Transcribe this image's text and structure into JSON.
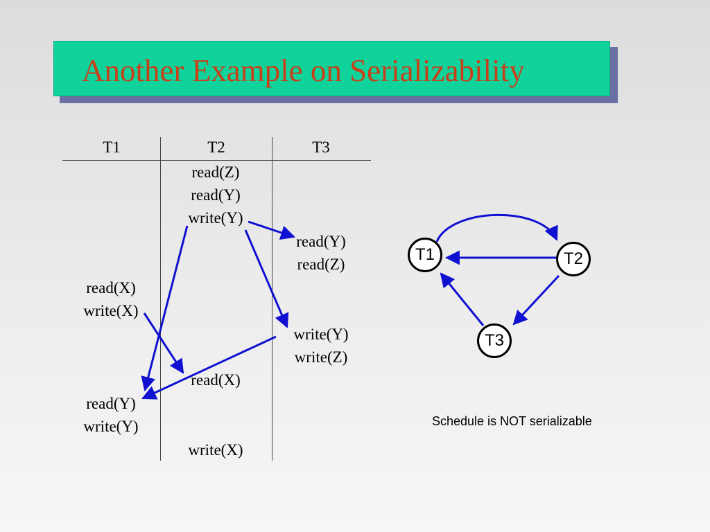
{
  "slide": {
    "title": "Another Example on Serializability"
  },
  "schedule": {
    "columns": [
      "T1",
      "T2",
      "T3"
    ],
    "rows": [
      {
        "t1": "",
        "t2": "read(Z)",
        "t3": ""
      },
      {
        "t1": "",
        "t2": "read(Y)",
        "t3": ""
      },
      {
        "t1": "",
        "t2": "write(Y)",
        "t3": ""
      },
      {
        "t1": "",
        "t2": "",
        "t3": "read(Y)"
      },
      {
        "t1": "",
        "t2": "",
        "t3": "read(Z)"
      },
      {
        "t1": "read(X)",
        "t2": "",
        "t3": ""
      },
      {
        "t1": "write(X)",
        "t2": "",
        "t3": ""
      },
      {
        "t1": "",
        "t2": "",
        "t3": "write(Y)"
      },
      {
        "t1": "",
        "t2": "",
        "t3": "write(Z)"
      },
      {
        "t1": "",
        "t2": "read(X)",
        "t3": ""
      },
      {
        "t1": "read(Y)",
        "t2": "",
        "t3": ""
      },
      {
        "t1": "write(Y)",
        "t2": "",
        "t3": ""
      },
      {
        "t1": "",
        "t2": "write(X)",
        "t3": ""
      }
    ]
  },
  "graph": {
    "nodes": [
      "T1",
      "T2",
      "T3"
    ],
    "edges": [
      {
        "from": "T1",
        "to": "T2"
      },
      {
        "from": "T2",
        "to": "T1"
      },
      {
        "from": "T2",
        "to": "T3"
      },
      {
        "from": "T3",
        "to": "T1"
      }
    ],
    "arrow_color": "#1010d0"
  },
  "note": "Schedule is NOT serializable"
}
